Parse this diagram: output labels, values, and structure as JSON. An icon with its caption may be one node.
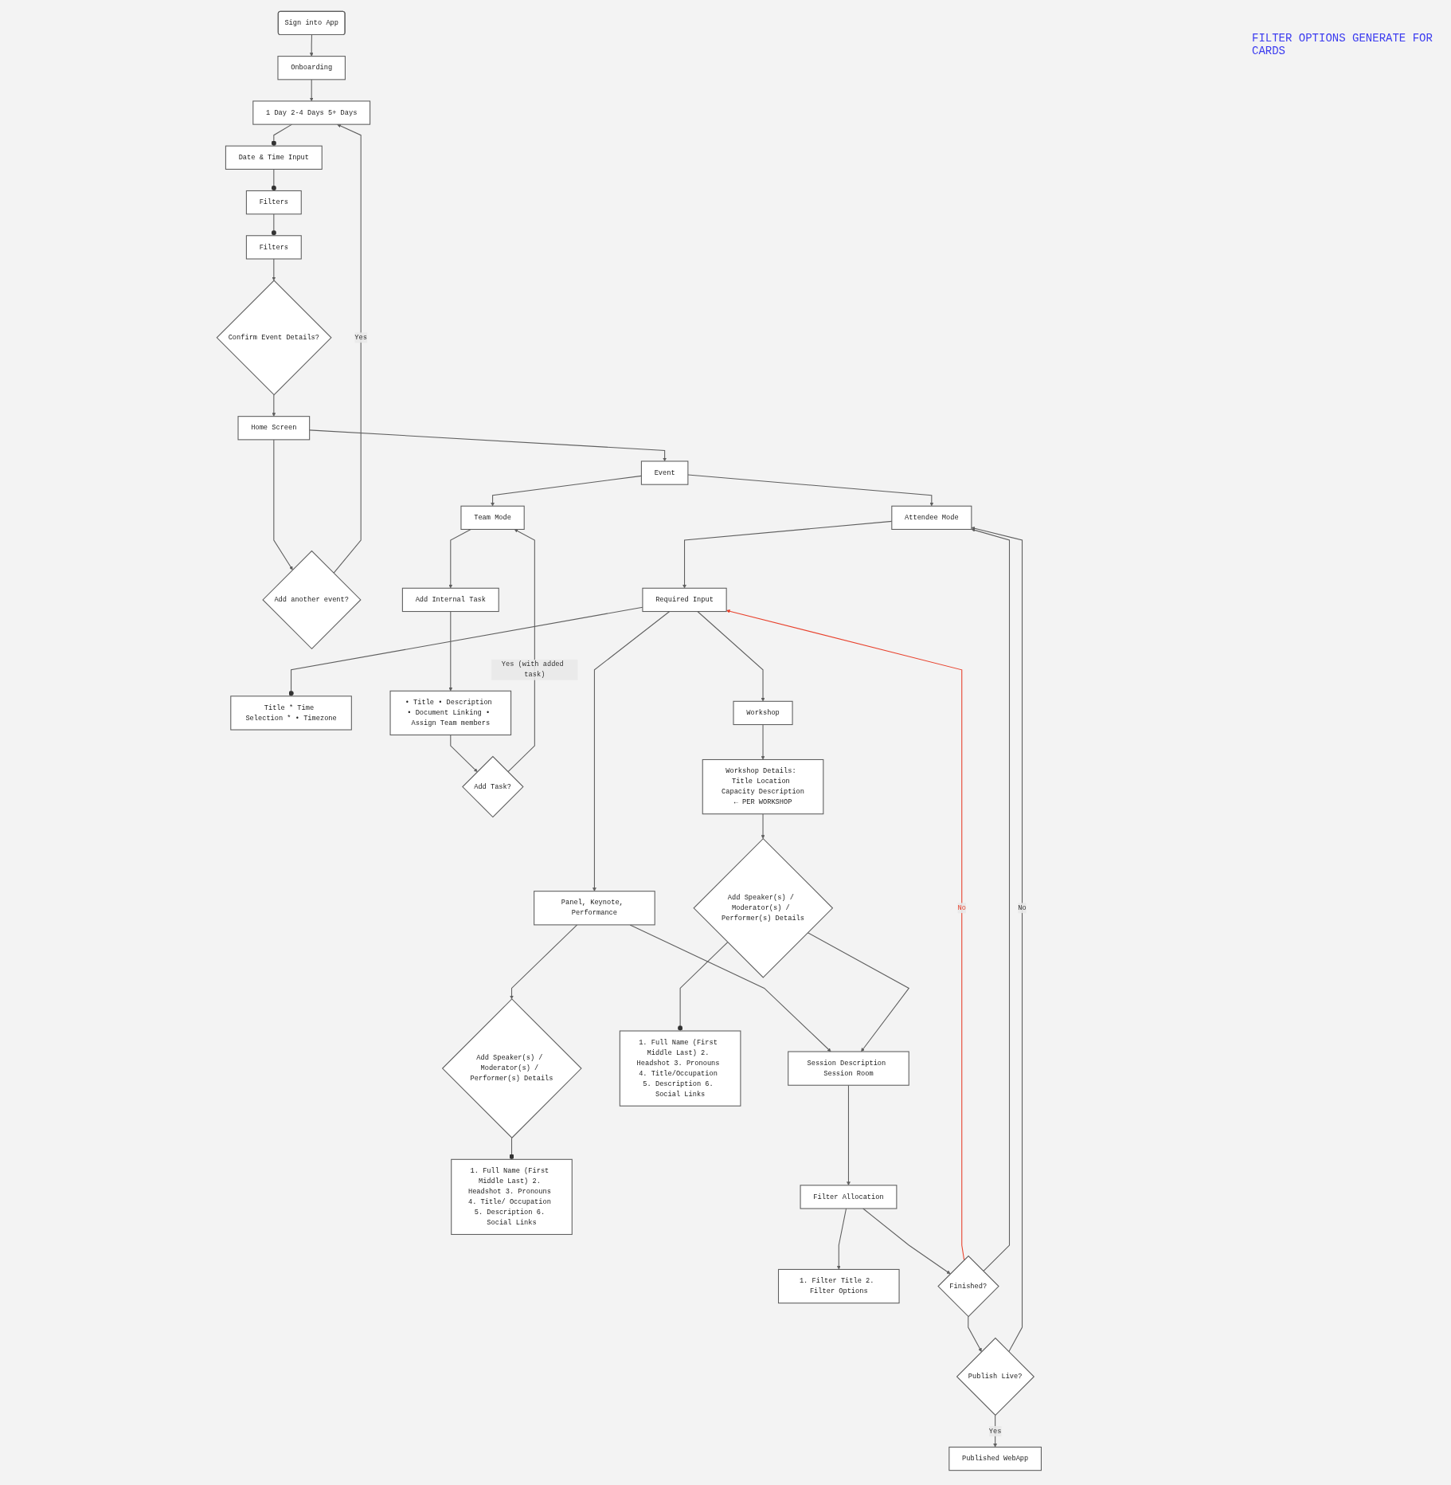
{
  "diagram": {
    "nodes": [
      {
        "text": [
          "Sign into App"
        ]
      },
      {
        "text": [
          "Onboarding"
        ]
      },
      {
        "text": [
          "1 Day 2-4 Days 5+ Days"
        ]
      },
      {
        "text": [
          "Date & Time Input"
        ]
      },
      {
        "text": [
          "Filters"
        ]
      },
      {
        "text": [
          "Filters"
        ]
      },
      {
        "text": [
          "Confirm Event Details?"
        ]
      },
      {
        "text": [
          "Home Screen"
        ]
      },
      {
        "text": [
          "Add another event?"
        ]
      },
      {
        "text": [
          "Event"
        ]
      },
      {
        "text": [
          "Team Mode"
        ]
      },
      {
        "text": [
          "Attendee Mode"
        ]
      },
      {
        "text": [
          "Publish Live?"
        ]
      },
      {
        "text": [
          "Add Internal Task"
        ]
      },
      {
        "text": [
          "Required Input"
        ]
      },
      {
        "text": [
          "Title * Time Selection * • Timezone"
        ]
      },
      {
        "text": [
          "Published WebApp"
        ]
      },
      {
        "text": [
          "• Title • Description • Document Linking • Assign Team members"
        ]
      },
      {
        "text": [
          "Panel, Keynote, Performance"
        ]
      },
      {
        "text": [
          "Workshop"
        ]
      },
      {
        "text": [
          "Add Task?"
        ]
      },
      {
        "text": [
          "1. Full Name (First Middle Last) 2. Headshot 3. Pronouns 4. Title/ Occupation 5. Description 6. Social Links"
        ]
      },
      {
        "text": [
          "Add Speaker(s) / Moderator(s) / Performer(s) Details"
        ]
      },
      {
        "text": [
          "Workshop Details: Title Location Capacity Description",
          "← PER WORKSHOP"
        ]
      },
      {
        "text": [
          "Add Speaker(s) / Moderator(s) / Performer(s) Details"
        ]
      },
      {
        "text": [
          "1. Full Name (First Middle Last) 2. Headshot 3. Pronouns 4. Title/Occupation 5. Description 6. Social Links"
        ]
      },
      {
        "text": [
          "Session Description Session Room"
        ]
      },
      {
        "text": [
          "Filter Allocation"
        ]
      },
      {
        "text": [
          "1. Filter Title 2. Filter Options"
        ]
      },
      {
        "text": [
          "Finished?"
        ]
      }
    ],
    "edges": [
      {
        "from": 0,
        "to": 1,
        "arrow": "to"
      },
      {
        "from": 1,
        "to": 2,
        "arrow": "to"
      },
      {
        "from": 2,
        "to": 3,
        "arrow": "other"
      },
      {
        "from": 3,
        "to": 4,
        "arrow": "other"
      },
      {
        "from": 4,
        "to": 5,
        "arrow": "other"
      },
      {
        "from": 5,
        "to": 6,
        "arrow": "to"
      },
      {
        "from": 6,
        "to": 7,
        "arrow": "to"
      },
      {
        "from": 7,
        "to": 8,
        "arrow": "to"
      },
      {
        "from": 8,
        "to": 2,
        "arrow": "to",
        "label": "Yes"
      },
      {
        "from": 7,
        "to": 9,
        "arrow": "to"
      },
      {
        "from": 9,
        "to": 10,
        "arrow": "to"
      },
      {
        "from": 9,
        "to": 11,
        "arrow": "to"
      },
      {
        "from": 10,
        "to": 13,
        "arrow": "to"
      },
      {
        "from": 13,
        "to": 17,
        "arrow": "to"
      },
      {
        "from": 17,
        "to": 20,
        "arrow": "to"
      },
      {
        "from": 20,
        "to": 10,
        "arrow": "to",
        "label": "Yes (with added task)"
      },
      {
        "from": 11,
        "to": 14,
        "arrow": "to"
      },
      {
        "from": 14,
        "to": 15,
        "arrow": "other"
      },
      {
        "from": 14,
        "to": 18,
        "arrow": "to"
      },
      {
        "from": 14,
        "to": 19,
        "arrow": "to"
      },
      {
        "from": 18,
        "to": 22,
        "arrow": "to"
      },
      {
        "from": 18,
        "to": 26,
        "arrow": "to"
      },
      {
        "from": 22,
        "to": 21,
        "arrow": "other"
      },
      {
        "from": 19,
        "to": 23,
        "arrow": "to"
      },
      {
        "from": 23,
        "to": 24,
        "arrow": "to"
      },
      {
        "from": 24,
        "to": 25,
        "arrow": "other"
      },
      {
        "from": 24,
        "to": 26,
        "arrow": "to"
      },
      {
        "from": 26,
        "to": 27,
        "arrow": "to"
      },
      {
        "from": 27,
        "to": 28,
        "arrow": "to"
      },
      {
        "from": 27,
        "to": 29,
        "arrow": "to"
      },
      {
        "from": 29,
        "to": 14,
        "arrow": "to",
        "label": "No",
        "color": "#e8412c"
      },
      {
        "from": 29,
        "to": 11,
        "arrow": "to"
      },
      {
        "from": 29,
        "to": 12,
        "arrow": "to"
      },
      {
        "from": 12,
        "to": 11,
        "arrow": "to",
        "label": "No"
      },
      {
        "from": 12,
        "to": 16,
        "arrow": "to",
        "label": "Yes"
      }
    ],
    "labels": [
      "FILTER OPTIONS GENERATE FOR CARDS"
    ]
  }
}
